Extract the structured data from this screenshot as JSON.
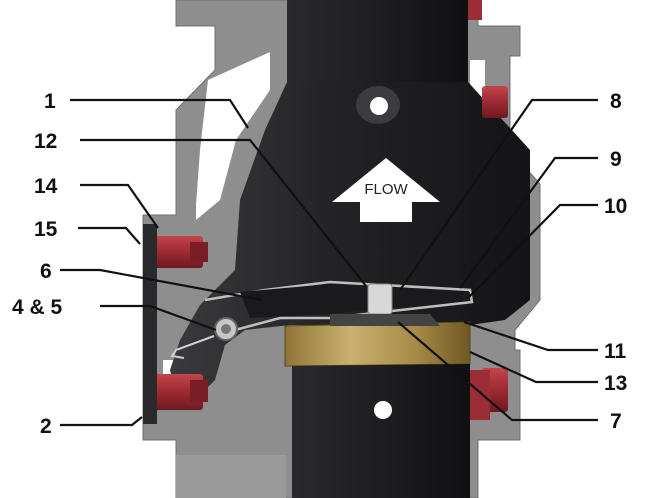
{
  "colors": {
    "casting": "#8e8e8e",
    "casting_edge": "#6f6f6f",
    "cavity": "#ffffff",
    "interior": "#2c2c2e",
    "interior_dark": "#1b1b1d",
    "bolt_red": "#a8323a",
    "seat_brass": "#b59a54",
    "flow_arrow": "#ffffff",
    "flow_text": "#222222",
    "label": "#111111"
  },
  "flow_label": "FLOW",
  "callouts": {
    "c1": "1",
    "c2": "2",
    "c4_5": "4 & 5",
    "c6": "6",
    "c7": "7",
    "c8": "8",
    "c9": "9",
    "c10": "10",
    "c11": "11",
    "c12": "12",
    "c13": "13",
    "c14": "14",
    "c15": "15"
  }
}
